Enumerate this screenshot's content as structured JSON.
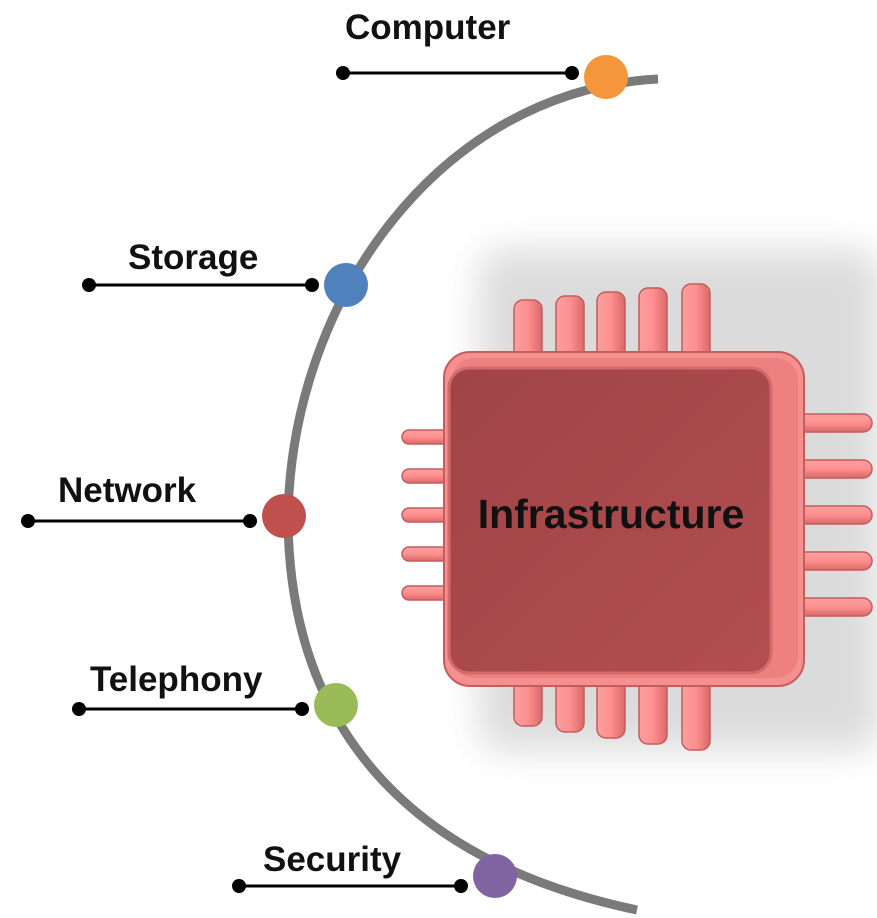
{
  "diagram": {
    "center": {
      "label": "Infrastructure",
      "icon": "microchip-icon",
      "body_color": "#a8454a",
      "pin_color": "#f07a7a"
    },
    "arc_color": "#7a7a7a",
    "connector_color": "#000000",
    "items": [
      {
        "label": "Computer",
        "color": "#f5963c"
      },
      {
        "label": "Storage",
        "color": "#4f81bd"
      },
      {
        "label": "Network",
        "color": "#c0504d"
      },
      {
        "label": "Telephony",
        "color": "#9bbb59"
      },
      {
        "label": "Security",
        "color": "#8064a2"
      }
    ]
  }
}
